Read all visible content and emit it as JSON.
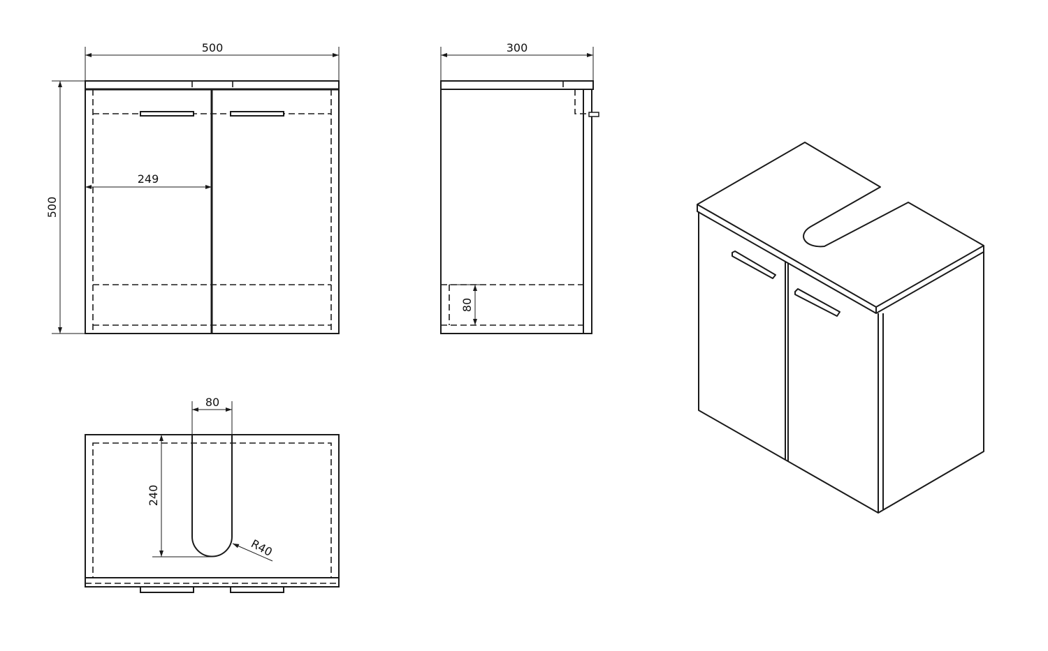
{
  "drawing": {
    "front_view": {
      "width_label": "500",
      "height_label": "500",
      "door_width_label": "249"
    },
    "side_view": {
      "depth_label": "300",
      "plinth_label": "80"
    },
    "top_view": {
      "slot_width_label": "80",
      "slot_depth_label": "240",
      "radius_label": "R40"
    }
  }
}
